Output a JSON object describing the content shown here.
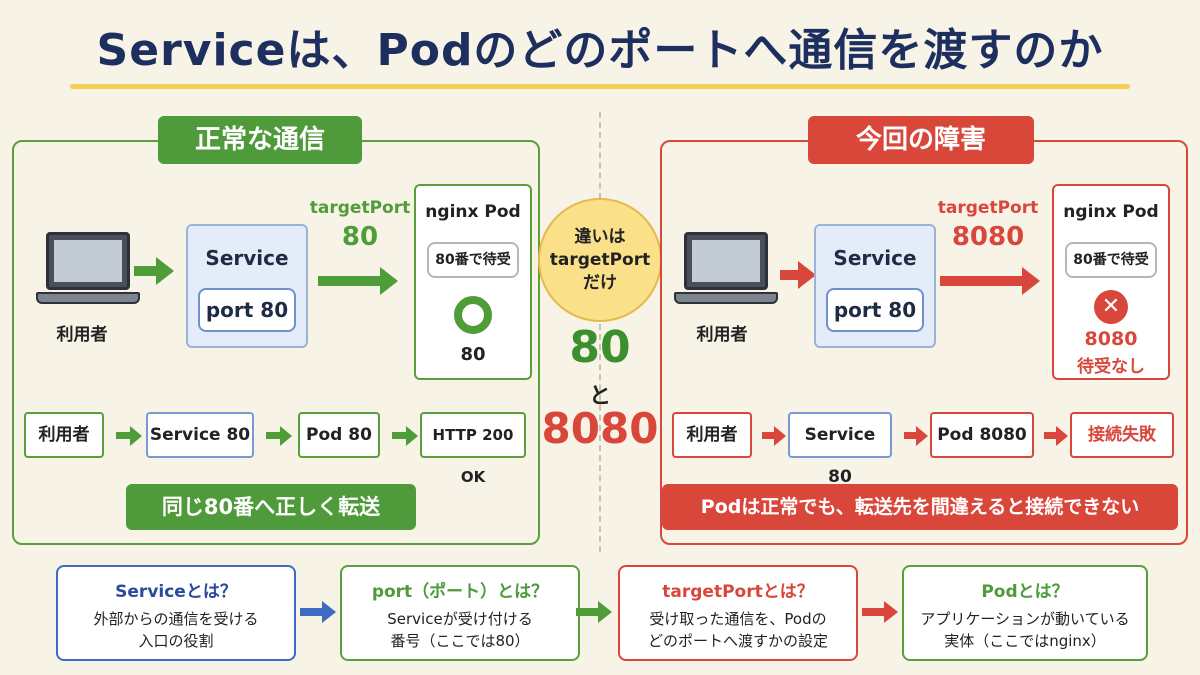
{
  "title": "Serviceは、Podのどのポートへ通信を渡すのか",
  "colors": {
    "green": "#4f9a3a",
    "red": "#d9463a",
    "blue": "#2b4a9a",
    "title": "#1d2f5e",
    "yellow": "#fbe08a"
  },
  "normal": {
    "label": "正常な通信",
    "user_label": "利用者",
    "service_title": "Service",
    "service_port": "port 80",
    "target_port_label": "targetPort",
    "target_port_value": "80",
    "pod_title": "nginx Pod",
    "pod_wait": "80番で待受",
    "pod_status_icon": "ok-circle-icon",
    "pod_port": "80",
    "flow": [
      "利用者",
      "Service 80",
      "Pod 80",
      "HTTP 200 OK"
    ],
    "banner": "同じ80番へ正しく転送"
  },
  "issue": {
    "label": "今回の障害",
    "user_label": "利用者",
    "service_title": "Service",
    "service_port": "port 80",
    "target_port_label": "targetPort",
    "target_port_value": "8080",
    "pod_title": "nginx Pod",
    "pod_wait": "80番で待受",
    "pod_status_icon": "error-x-icon",
    "pod_error_line1": "8080",
    "pod_error_line2": "待受なし",
    "flow": [
      "利用者",
      "Service 80",
      "Pod 8080",
      "接続失敗"
    ],
    "banner": "Podは正常でも、転送先を間違えると接続できない"
  },
  "center": {
    "line1": "違いは",
    "line2": "targetPort",
    "line3": "だけ",
    "value_a": "80",
    "connector": "と",
    "value_b": "8080"
  },
  "cards": [
    {
      "title": "Serviceとは？",
      "desc": "外部からの通信を受ける\n入口の役割",
      "color": "#2b4a9a"
    },
    {
      "title": "port（ポート）とは？",
      "desc": "Serviceが受け付ける\n番号（ここでは80）",
      "color": "#4f9a3a"
    },
    {
      "title": "targetPortとは？",
      "desc": "受け取った通信を、Podの\nどのポートへ渡すかの設定",
      "color": "#d9463a"
    },
    {
      "title": "Podとは？",
      "desc": "アプリケーションが動いている\n実体（ここではnginx）",
      "color": "#4f9a3a"
    }
  ]
}
